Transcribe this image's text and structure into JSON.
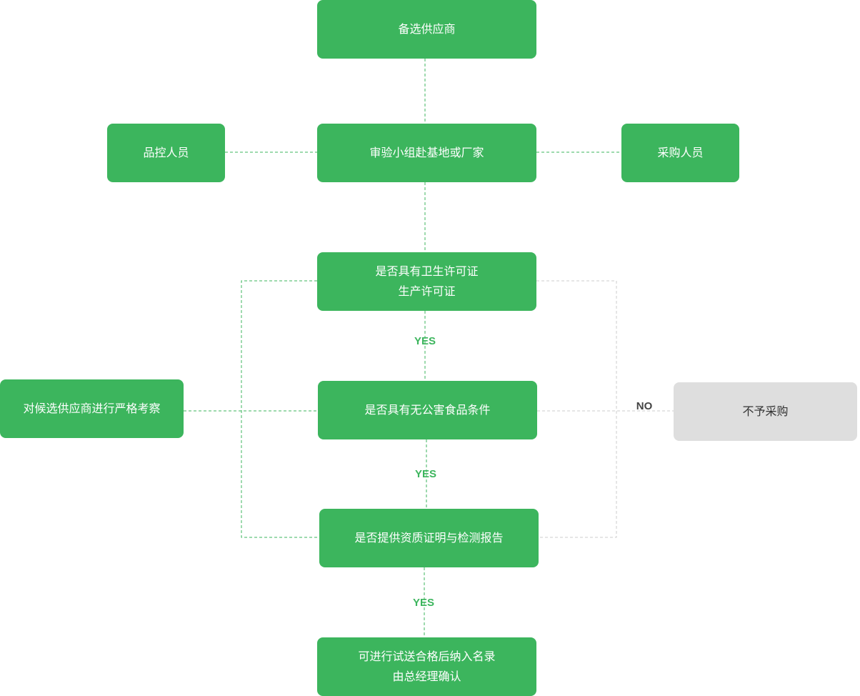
{
  "nodes": {
    "candidate_suppliers": {
      "lines": [
        "备选供应商"
      ]
    },
    "quality_control_staff": {
      "lines": [
        "品控人员"
      ]
    },
    "audit_team_visit": {
      "lines": [
        "审验小组赴基地或厂家"
      ]
    },
    "purchasing_staff": {
      "lines": [
        "采购人员"
      ]
    },
    "hygiene_license_check": {
      "lines": [
        "是否具有卫生许可证",
        "生产许可证"
      ]
    },
    "strict_inspection": {
      "lines": [
        "对候选供应商进行严格考察"
      ]
    },
    "pollution_free_check": {
      "lines": [
        "是否具有无公害食品条件"
      ]
    },
    "no_purchase": {
      "lines": [
        "不予采购"
      ]
    },
    "qualification_report_check": {
      "lines": [
        "是否提供资质证明与检测报告"
      ]
    },
    "trial_and_approval": {
      "lines": [
        "可进行试送合格后纳入名录",
        "由总经理确认"
      ]
    }
  },
  "edge_labels": {
    "yes_1": "YES",
    "yes_2": "YES",
    "yes_3": "YES",
    "no": "NO"
  },
  "colors": {
    "node_green": "#3cb55d",
    "node_grey": "#dedede",
    "line_green": "#3cb55d",
    "line_grey": "#cccccc"
  }
}
